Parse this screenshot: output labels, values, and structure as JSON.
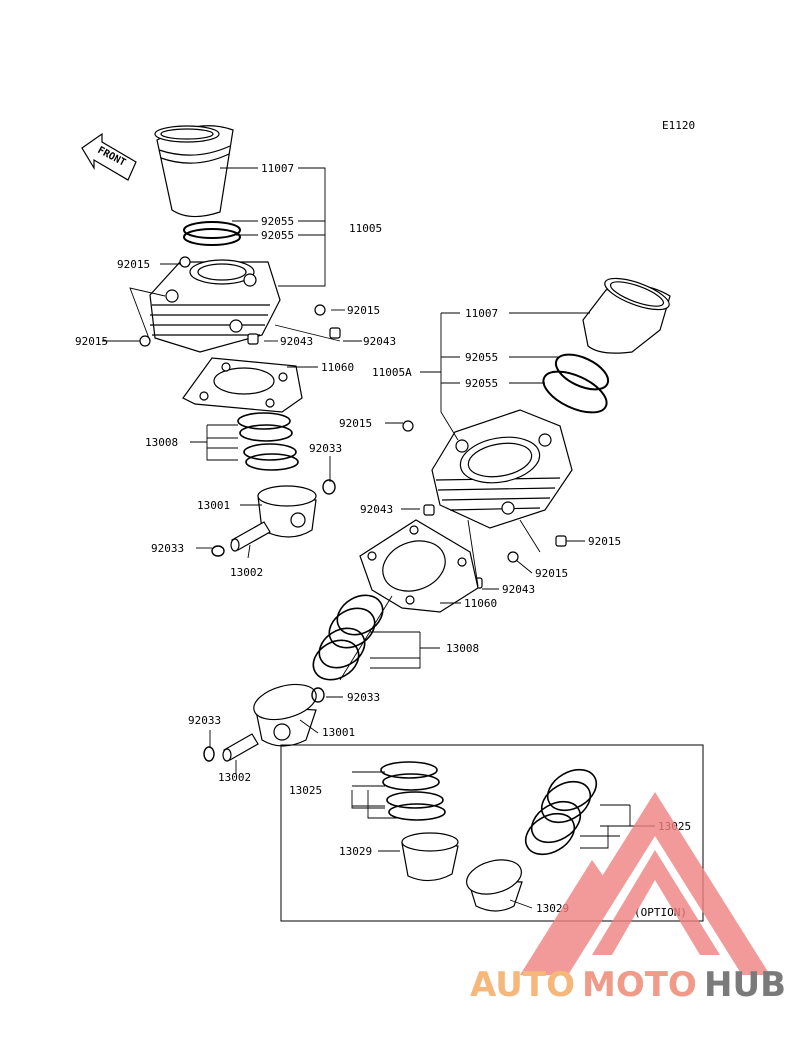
{
  "diagram_code": "E1120",
  "front_label": "FRONT",
  "option_label": "(OPTION)",
  "labels": {
    "p11007_a": "11007",
    "p92055_a1": "92055",
    "p92055_a2": "92055",
    "p11005": "11005",
    "p92015_a1": "92015",
    "p92015_a2": "92015",
    "p92015_a3": "92015",
    "p92043_a1": "92043",
    "p92043_a2": "92043",
    "p11060_a": "11060",
    "p13008_a": "13008",
    "p92033_a1": "92033",
    "p13001_a": "13001",
    "p92033_a2": "92033",
    "p13002_a": "13002",
    "p11007_b": "11007",
    "p11005A": "11005A",
    "p92055_b1": "92055",
    "p92055_b2": "92055",
    "p92015_b1": "92015",
    "p92043_b1": "92043",
    "p92015_b2": "92015",
    "p92015_b3": "92015",
    "p92043_b2": "92043",
    "p11060_b": "11060",
    "p13008_b": "13008",
    "p92033_b1": "92033",
    "p92033_b2": "92033",
    "p13001_b": "13001",
    "p13002_b": "13002",
    "p13025_a": "13025",
    "p13025_b": "13025",
    "p13029_a": "13029",
    "p13029_b": "13029"
  },
  "watermark": {
    "part1": "AUTO",
    "part2": "MOTO",
    "part3": "HUB",
    "color1": "#f5b87a",
    "color2": "#f09a8a",
    "color3": "#7a7a7a",
    "triangle_color": "#f08080"
  }
}
